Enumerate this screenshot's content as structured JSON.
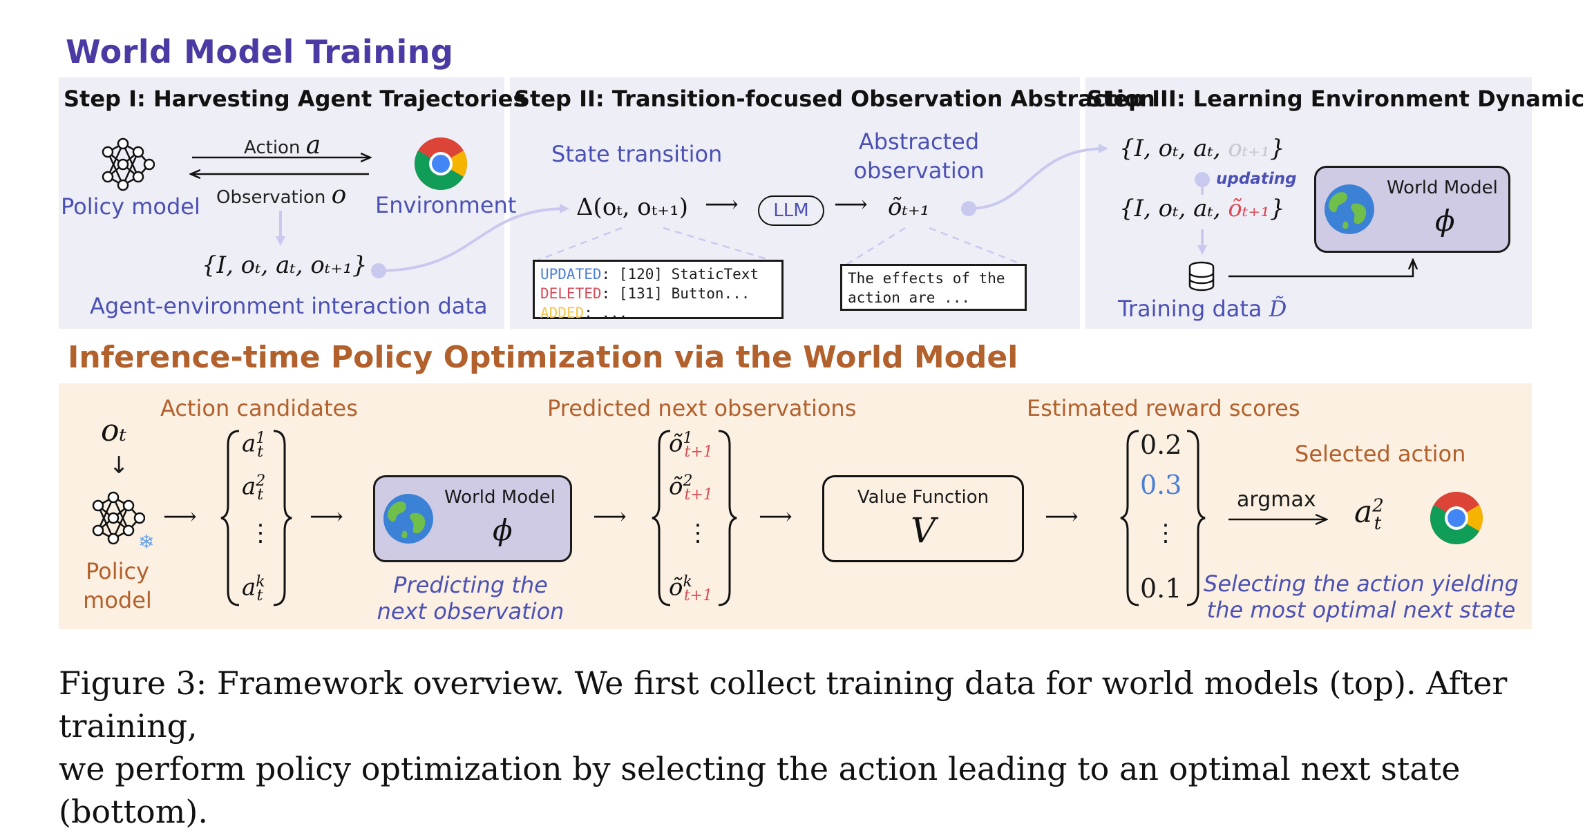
{
  "top_title": "World Model Training",
  "step1": {
    "title": "Step I: Harvesting Agent Trajectories",
    "policy_label": "Policy model",
    "env_label": "Environment",
    "action_label": "Action",
    "action_var": "a",
    "obs_label": "Observation",
    "obs_var": "o",
    "tuple": "{I, oₜ, aₜ, oₜ₊₁}",
    "data_label": "Agent-environment interaction data"
  },
  "step2": {
    "title": "Step II: Transition-focused Observation Abstraction",
    "state_transition": "State transition",
    "delta": "Δ(oₜ, oₜ₊₁)",
    "llm": "LLM",
    "abstracted_l1": "Abstracted",
    "abstracted_l2": "observation",
    "otilde": "õₜ₊₁",
    "code_updated_key": "UPDATED",
    "code_updated_val": ": [120] StaticText",
    "code_deleted_key": "DELETED",
    "code_deleted_val": ": [131] Button...",
    "code_added_key": "ADDED",
    "code_added_val": ": ...",
    "effects_l1": "The effects of the",
    "effects_l2": "action are ..."
  },
  "step3": {
    "title": "Step III: Learning Environment Dynamics",
    "tuple_before": "{I, oₜ, aₜ, ",
    "tuple_before_grey": "oₜ₊₁",
    "tuple_close": "}",
    "updating": "updating",
    "tuple_after": "{I, oₜ, aₜ, ",
    "tuple_after_red": "õₜ₊₁",
    "world_model": "World Model",
    "phi": "ϕ",
    "training_data": "Training data",
    "dataset_symbol": "D̃"
  },
  "bottom_title": "Inference-time Policy Optimization via the World Model",
  "bottom": {
    "ot": "oₜ",
    "policy_l1": "Policy",
    "policy_l2": "model",
    "action_candidates": "Action candidates",
    "cand_1_base": "a",
    "cand_1_sup": "1",
    "cand_2_base": "a",
    "cand_2_sup": "2",
    "cand_k_base": "a",
    "cand_k_sup": "k",
    "cand_sub": "t",
    "vdots": "⋮",
    "world_model": "World Model",
    "phi": "ϕ",
    "predicting_l1": "Predicting the",
    "predicting_l2": "next observation",
    "predicted_next": "Predicted next observations",
    "pred_base": "õ",
    "pred_1_sup": "1",
    "pred_2_sup": "2",
    "pred_k_sup": "k",
    "pred_sub": "t+1",
    "value_function": "Value Function",
    "value_var": "V",
    "estimated_reward": "Estimated reward scores",
    "reward_1": "0.2",
    "reward_2": "0.3",
    "reward_k": "0.1",
    "selected_action": "Selected action",
    "argmax": "argmax",
    "sel_base": "a",
    "sel_sup": "2",
    "sel_sub": "t",
    "selecting_l1": "Selecting the action yielding",
    "selecting_l2": "the most optimal next state"
  },
  "caption_l1": "Figure 3: Framework overview. We first collect training data for world models (top). After training,",
  "caption_l2": "we perform policy optimization by selecting the action leading to an optimal next state (bottom).",
  "colors": {
    "top_title": "#4b3aa3",
    "bottom_title": "#b2602c",
    "accent_purple": "#4b50b4",
    "accent_red": "#d94a57",
    "panel_top": "#eeeef6",
    "panel_bottom": "#fbf0e1",
    "world_model_box": "#cfcbe5"
  }
}
